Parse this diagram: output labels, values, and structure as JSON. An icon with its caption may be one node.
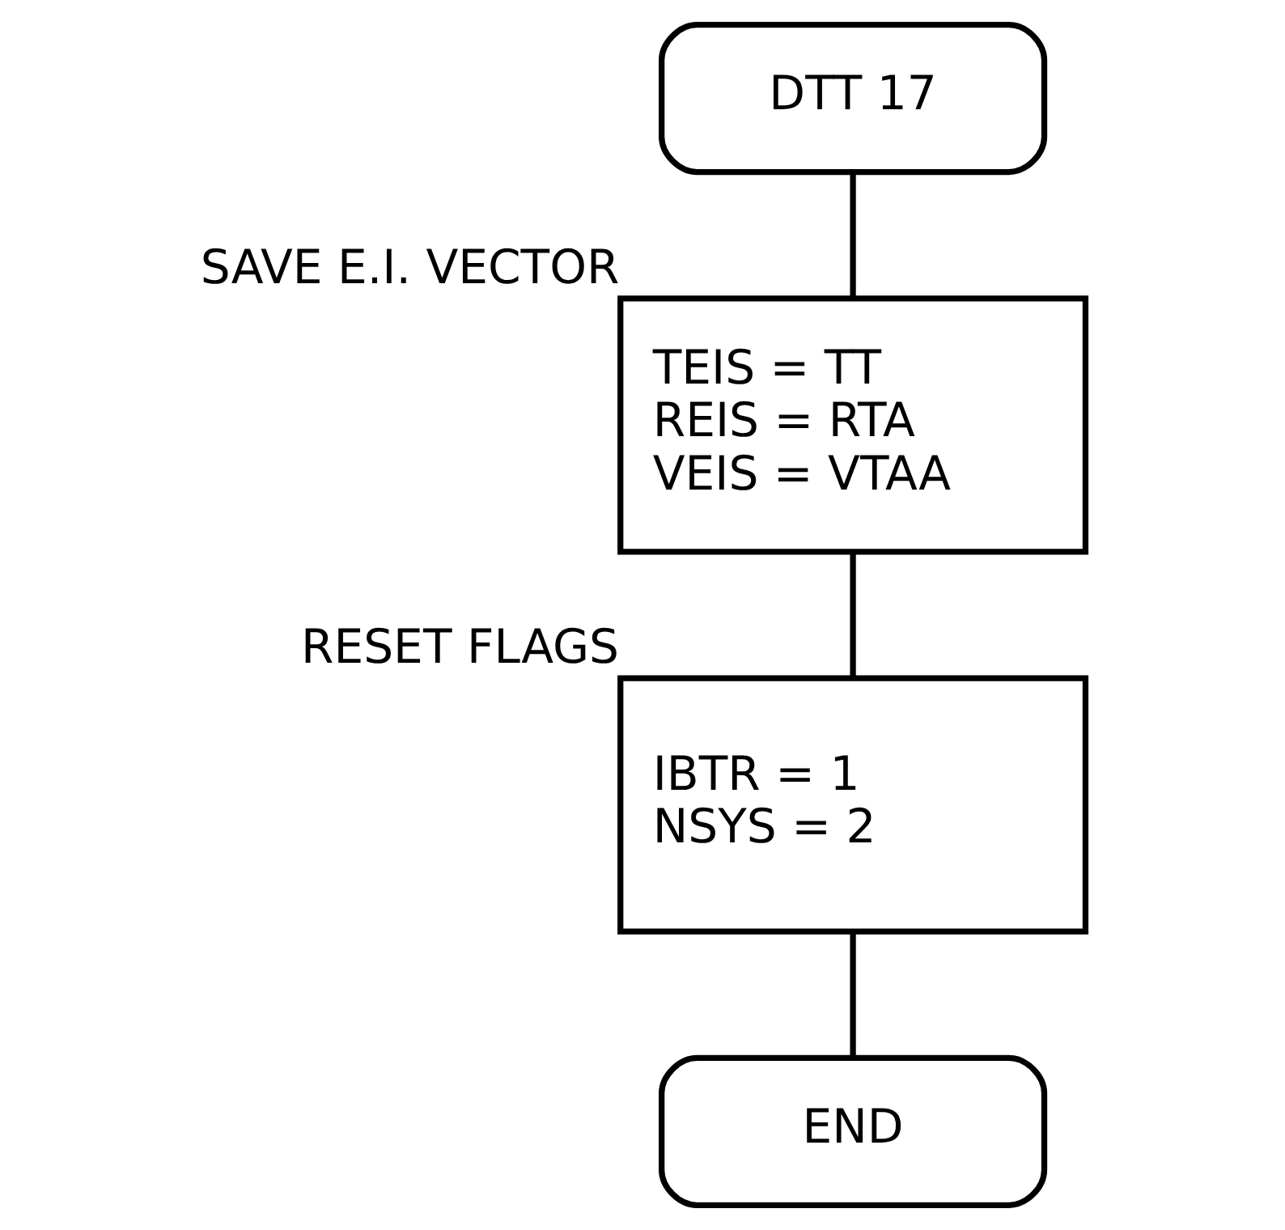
{
  "diagram": {
    "nodes": [
      {
        "text": [
          "DTT 17"
        ]
      },
      {
        "text": [
          "TEIS = TT",
          "REIS = RTA",
          "VEIS = VTAA"
        ],
        "beside": [
          "SAVE E.I. VECTOR"
        ]
      },
      {
        "text": [
          "IBTR = 1",
          "NSYS = 2"
        ],
        "beside": [
          "RESET FLAGS"
        ]
      },
      {
        "text": [
          "END"
        ]
      }
    ],
    "edges": [
      {
        "from": 0,
        "to": 1,
        "arrow": "none"
      },
      {
        "from": 1,
        "to": 2,
        "arrow": "none"
      },
      {
        "from": 2,
        "to": 3,
        "arrow": "none"
      }
    ]
  }
}
